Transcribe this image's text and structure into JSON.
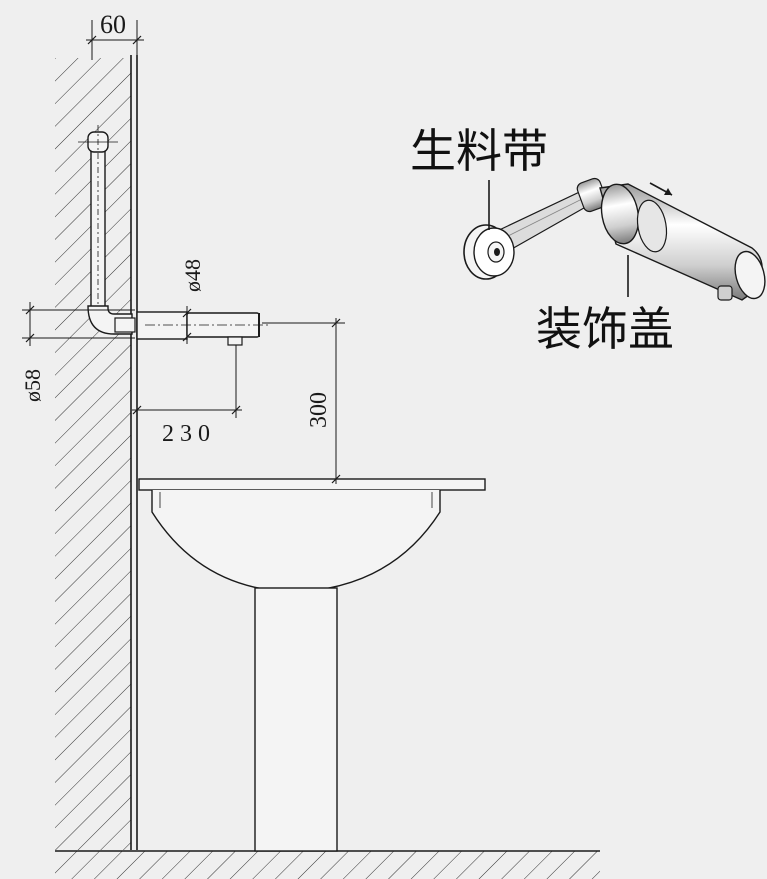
{
  "dimensions": {
    "spacing": "60",
    "pipe_diameter": "ø58",
    "spout_diameter": "ø48",
    "spout_reach": "230",
    "spout_height": "300"
  },
  "callouts": {
    "thread_tape": "生料带",
    "decorative_cover": "装饰盖"
  },
  "colors": {
    "background": "#efefef",
    "line": "#1a1a1a"
  }
}
